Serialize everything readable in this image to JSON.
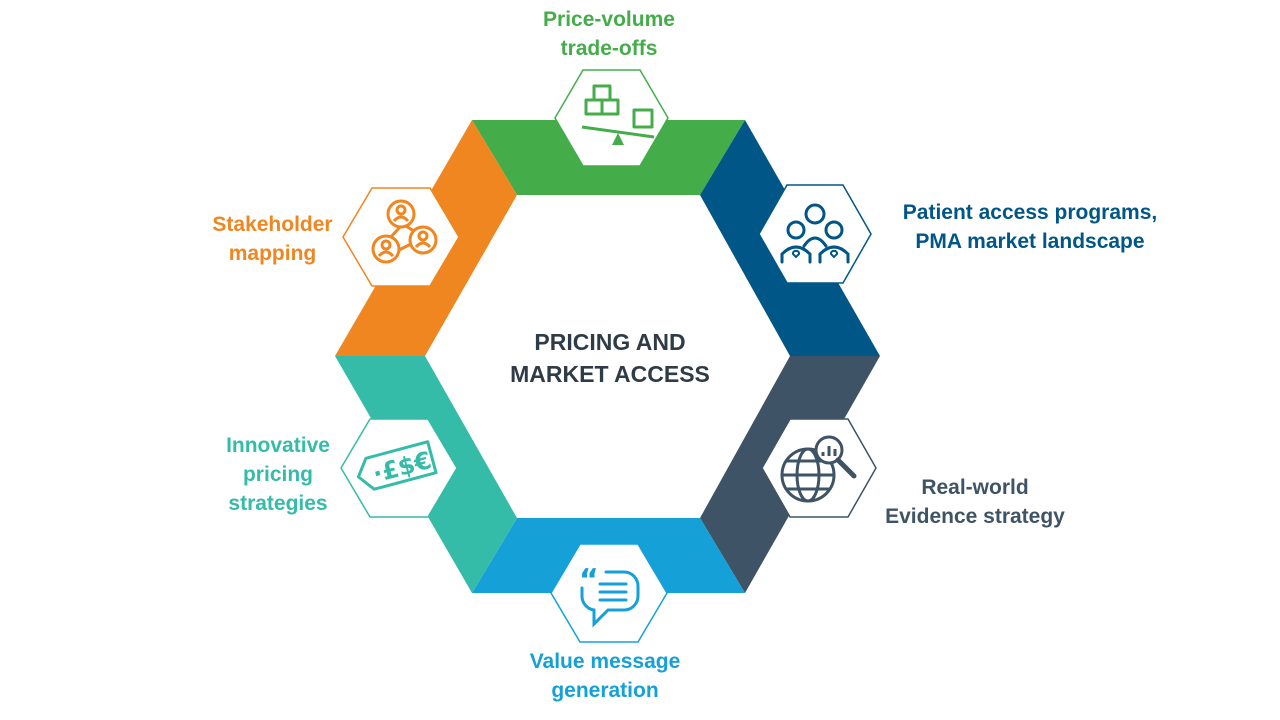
{
  "center_title": {
    "line1": "PRICING AND",
    "line2": "MARKET ACCESS"
  },
  "colors": {
    "green": "#44ad4a",
    "navy": "#005687",
    "slate": "#3e5466",
    "blue": "#16a0d8",
    "teal": "#35bca9",
    "orange": "#f0861f",
    "title": "#2f3b47"
  },
  "segments": [
    {
      "key": "price_volume",
      "color": "#44ad4a",
      "label": [
        "Price-volume",
        "trade-offs"
      ],
      "icon": "balance-scale-icon"
    },
    {
      "key": "patient_access",
      "color": "#005687",
      "label": [
        "Patient access programs,",
        "PMA market landscape"
      ],
      "icon": "patient-group-heart-icon"
    },
    {
      "key": "real_world",
      "color": "#3e5466",
      "label": [
        "Real-world",
        "Evidence strategy"
      ],
      "icon": "globe-analytics-icon"
    },
    {
      "key": "value_message",
      "color": "#16a0d8",
      "label": [
        "Value message",
        "generation"
      ],
      "icon": "quote-speech-bubble-icon"
    },
    {
      "key": "innovative",
      "color": "#35bca9",
      "label": [
        "Innovative",
        "pricing",
        "strategies"
      ],
      "icon": "currency-price-tag-icon"
    },
    {
      "key": "stakeholder",
      "color": "#f0861f",
      "label": [
        "Stakeholder",
        "mapping"
      ],
      "icon": "stakeholder-network-icon"
    }
  ],
  "currency_tag_text": "·£$€"
}
